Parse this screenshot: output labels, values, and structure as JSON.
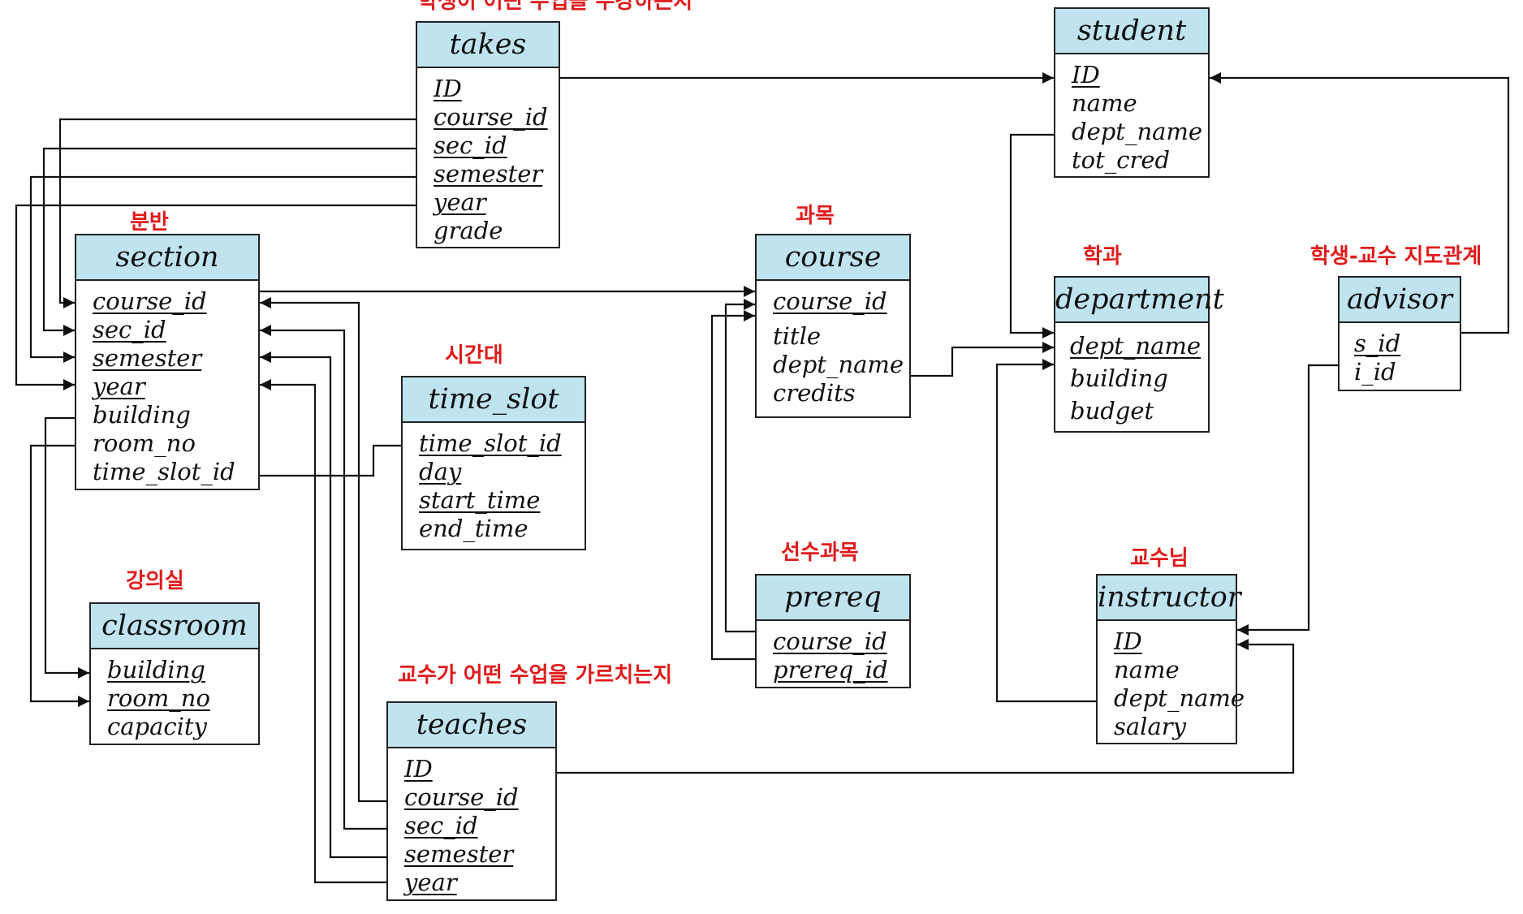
{
  "entities": {
    "takes": {
      "title": "takes",
      "attributes": [
        "ID",
        "course_id",
        "sec_id",
        "semester",
        "year",
        "grade"
      ],
      "keys": [
        0,
        1,
        2,
        3,
        4
      ]
    },
    "student": {
      "title": "student",
      "attributes": [
        "ID",
        "name",
        "dept_name",
        "tot_cred"
      ],
      "keys": [
        0
      ]
    },
    "section": {
      "title": "section",
      "attributes": [
        "course_id",
        "sec_id",
        "semester",
        "year",
        "building",
        "room_no",
        "time_slot_id"
      ],
      "keys": [
        0,
        1,
        2,
        3
      ]
    },
    "course": {
      "title": "course",
      "attributes": [
        "course_id",
        "title",
        "dept_name",
        "credits"
      ],
      "keys": [
        0
      ]
    },
    "department": {
      "title": "department",
      "attributes": [
        "dept_name",
        "building",
        "budget"
      ],
      "keys": [
        0
      ]
    },
    "advisor": {
      "title": "advisor",
      "attributes": [
        "s_id",
        "i_id"
      ],
      "keys": [
        0
      ]
    },
    "time_slot": {
      "title": "time_slot",
      "attributes": [
        "time_slot_id",
        "day",
        "start_time",
        "end_time"
      ],
      "keys": [
        0,
        1,
        2
      ]
    },
    "classroom": {
      "title": "classroom",
      "attributes": [
        "building",
        "room_no",
        "capacity"
      ],
      "keys": [
        0,
        1
      ]
    },
    "prereq": {
      "title": "prereq",
      "attributes": [
        "course_id",
        "prereq_id"
      ],
      "keys": [
        0,
        1
      ]
    },
    "instructor": {
      "title": "instructor",
      "attributes": [
        "ID",
        "name",
        "dept_name",
        "salary"
      ],
      "keys": [
        0
      ]
    },
    "teaches": {
      "title": "teaches",
      "attributes": [
        "ID",
        "course_id",
        "sec_id",
        "semester",
        "year"
      ],
      "keys": [
        0,
        1,
        2,
        3,
        4
      ]
    }
  },
  "annotations": {
    "takes": "학생이 어떤 수업을 수강하는지",
    "section": "분반",
    "course": "과목",
    "department": "학과",
    "advisor": "학생-교수 지도관계",
    "time_slot": "시간대",
    "classroom": "강의실",
    "prereq": "선수과목",
    "instructor": "교수님",
    "teaches": "교수가 어떤 수업을 가르치는지"
  },
  "colors": {
    "header_fill": "#bfe3ef",
    "border": "#222222",
    "annotation": "#e01b1b"
  }
}
